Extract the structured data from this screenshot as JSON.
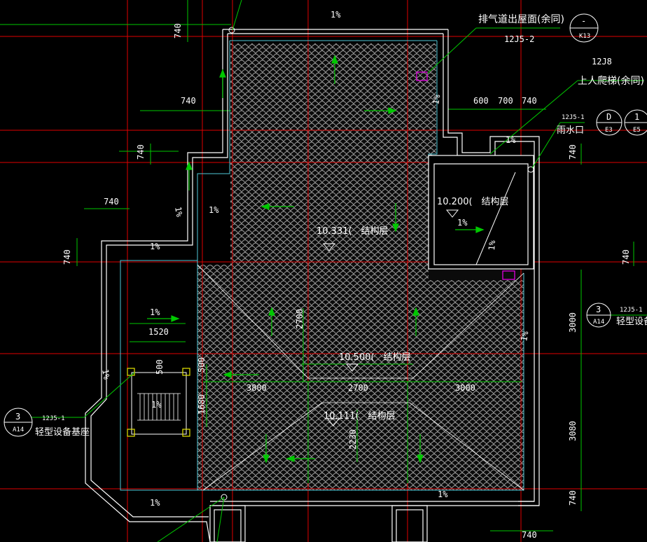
{
  "colors": {
    "background": "#000000",
    "grid_red": "#e00000",
    "dim_green": "#00c800",
    "wall_white": "#ffffff",
    "inner_cyan": "#4fc9d8",
    "tile": "#9a9a9a",
    "marker_magenta": "#e000e0",
    "marker_yellow": "#e6e600"
  },
  "dimensions": {
    "top_left_740": "740",
    "left_740_a": "740",
    "left_740_b": "740",
    "left_740_c": "740",
    "left_740_d": "740",
    "right_600": "600",
    "right_700": "700",
    "right_740": "740",
    "right_740_mid": "740",
    "right_740_lower": "740",
    "right_3000": "3000",
    "right_3080": "3080",
    "right_740_bottom": "740",
    "bottom_740": "740",
    "stair_1520": "1520",
    "stair_500": "500",
    "stair_1680": "1680",
    "mid_500": "500",
    "mid_2700_v": "2700",
    "span_3800": "3800",
    "span_2700": "2700",
    "span_3000": "3000",
    "lower_2230": "2230"
  },
  "slopes": {
    "top": "1%",
    "right_upper": "1%",
    "scupper": "1%",
    "room_mid": "1%",
    "room_diag": "1%",
    "left_mid": "1%",
    "left_block": "1%",
    "upper_left_wall": "1%",
    "stair_top": "1%",
    "stair_left": "1%",
    "stair_mid": "1%",
    "bottom_left": "1%",
    "bottom_right": "1%",
    "right_lower": "1%"
  },
  "elevations": {
    "upper": "10.331(　结构层",
    "room": "10.200(　结构层",
    "center": "10.500(　结构层",
    "lower": "10.111(　结构层"
  },
  "annotations": {
    "exhaust_label": "排气道出屋面(余同)",
    "exhaust_ref": "12J5-2",
    "exhaust_circle_top": "-",
    "exhaust_circle_bottom": "K13",
    "ladder_ref": "12J8",
    "ladder_label": "上人爬梯(余同)",
    "drain_ref": "12J5-1",
    "drain_label": "雨水口",
    "drain_circle1_top": "D",
    "drain_circle1_bottom": "E3",
    "drain_circle2_top": "1",
    "drain_circle2_bottom": "E5",
    "left_equip_circle_top": "3",
    "left_equip_circle_bottom": "A14",
    "left_equip_ref": "12J5-1",
    "left_equip_label": "轻型设备基座",
    "right_equip_circle_top": "3",
    "right_equip_circle_bottom": "A14",
    "right_equip_ref": "12J5-1",
    "right_equip_label": "轻型设备"
  }
}
